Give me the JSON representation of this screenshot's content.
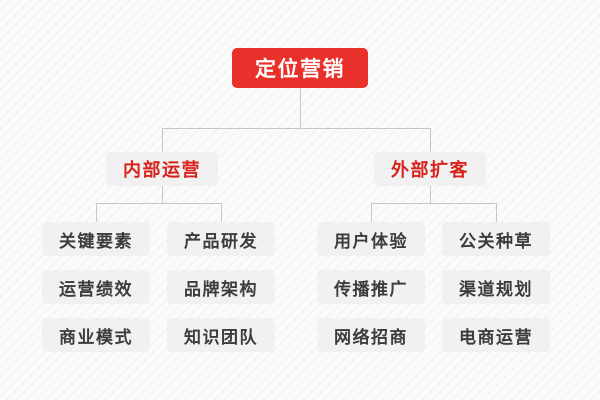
{
  "diagram": {
    "title": "定位营销",
    "type": "organization-tree",
    "colors": {
      "root_background": "#e8312a",
      "root_text": "#ffffff",
      "branch_text": "#d8231c",
      "leaf_background": "#f1f1f1",
      "leaf_text": "#3c3c3c",
      "connector": "#c6c6c6",
      "page_background": "#fbfbfb"
    },
    "root": {
      "label": "定位营销"
    },
    "branches": [
      {
        "label": "内部运营",
        "columns": [
          {
            "items": [
              {
                "label": "关键要素"
              },
              {
                "label": "运营绩效"
              },
              {
                "label": "商业模式"
              }
            ]
          },
          {
            "items": [
              {
                "label": "产品研发"
              },
              {
                "label": "品牌架构"
              },
              {
                "label": "知识团队"
              }
            ]
          }
        ]
      },
      {
        "label": "外部扩客",
        "columns": [
          {
            "items": [
              {
                "label": "用户体验"
              },
              {
                "label": "传播推广"
              },
              {
                "label": "网络招商"
              }
            ]
          },
          {
            "items": [
              {
                "label": "公关种草"
              },
              {
                "label": "渠道规划"
              },
              {
                "label": "电商运营"
              }
            ]
          }
        ]
      }
    ]
  }
}
